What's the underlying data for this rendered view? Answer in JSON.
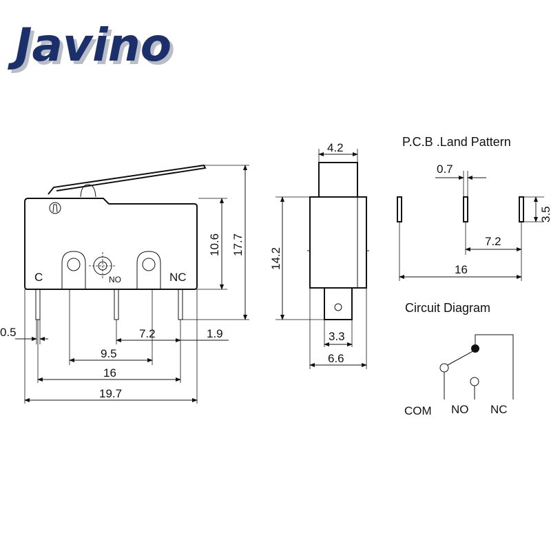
{
  "brand": {
    "name": "Javino"
  },
  "front_view": {
    "pins": {
      "c": "C",
      "no": "NO",
      "nc": "NC"
    },
    "dims": {
      "pin_width": "0.5",
      "pin_pitch_no_nc": "7.2",
      "pin_offset": "1.9",
      "c_to_no": "9.5",
      "c_to_nc": "16",
      "overall_length": "19.7",
      "body_height": "10.6",
      "overall_height": "17.7"
    }
  },
  "side_view": {
    "dims": {
      "actuator_width": "4.2",
      "body_height": "14.2",
      "tab_width": "3.3",
      "body_width": "6.6"
    }
  },
  "pcb": {
    "title": "P.C.B .Land  Pattern",
    "dims": {
      "pad_width": "0.7",
      "pad_height": "3.5",
      "pitch_right": "7.2",
      "overall": "16"
    }
  },
  "circuit": {
    "title": "Circuit  Diagram",
    "labels": {
      "com": "COM",
      "no": "NO",
      "nc": "NC"
    }
  }
}
